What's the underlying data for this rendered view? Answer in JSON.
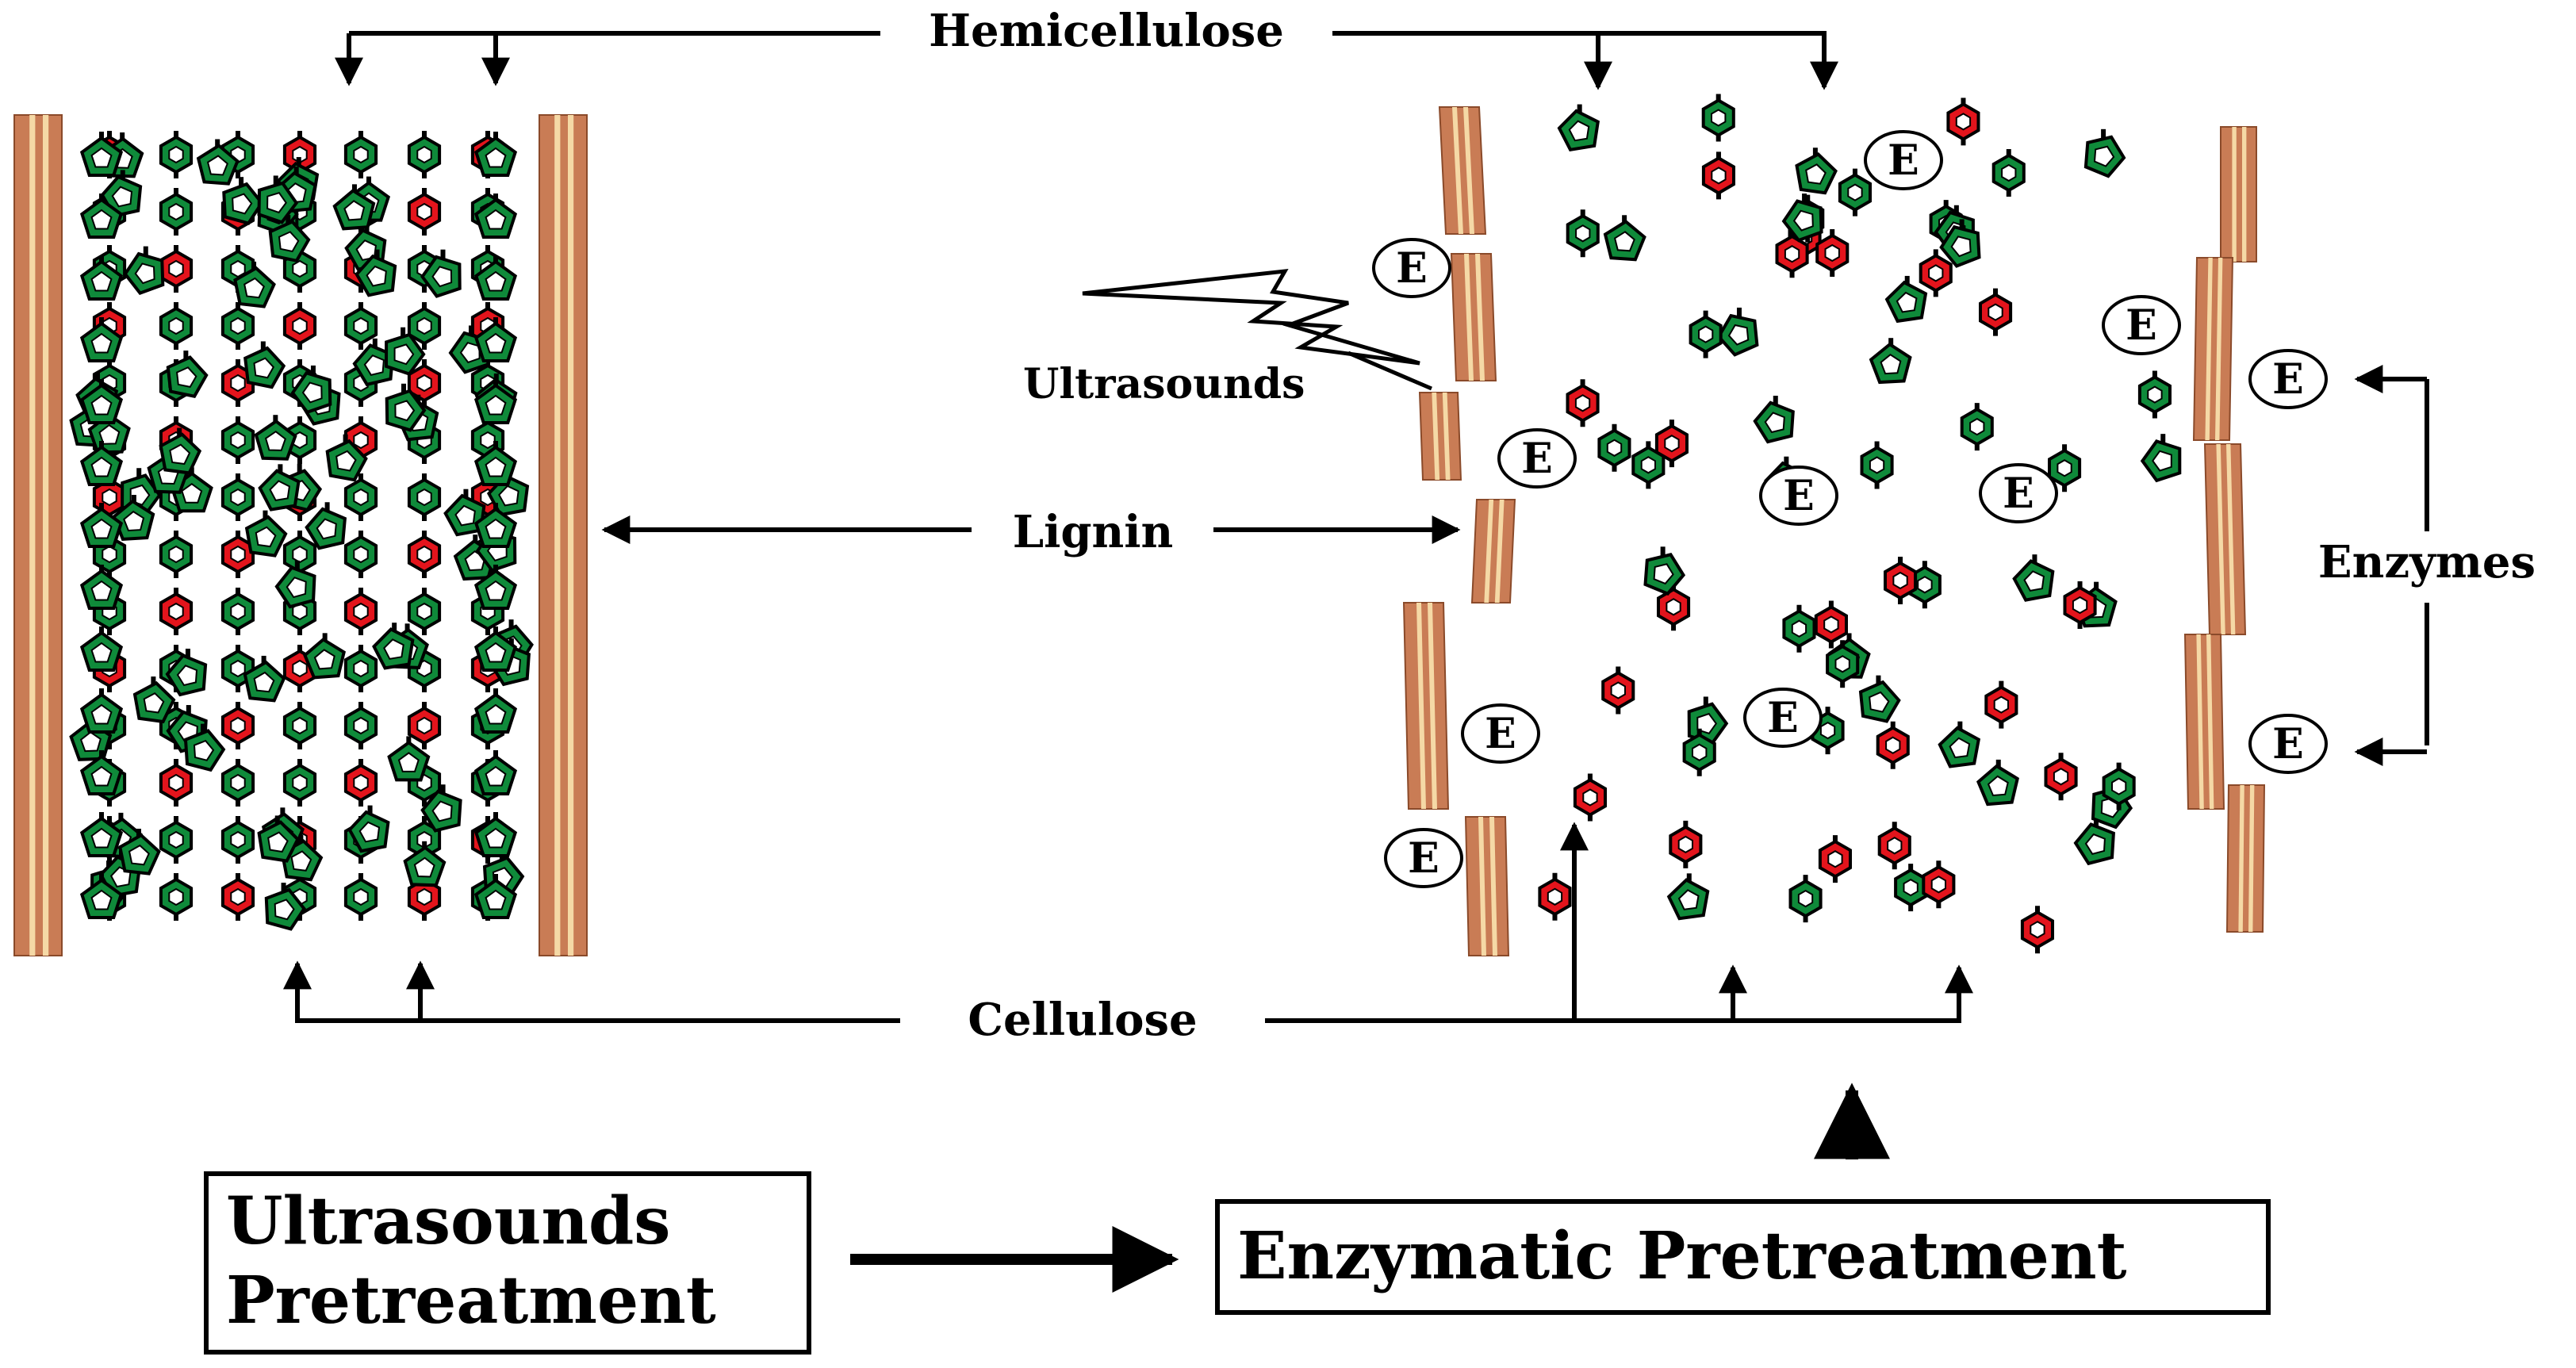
{
  "labels": {
    "hemicellulose": "Hemicellulose",
    "lignin": "Lignin",
    "cellulose": "Cellulose",
    "ultrasounds": "Ultrasounds",
    "enzymes": "Enzymes",
    "enzyme_symbol": "E"
  },
  "boxes": {
    "ultrasounds_pretreatment_line1": "Ultrasounds",
    "ultrasounds_pretreatment_line2": "Pretreatment",
    "enzymatic_pretreatment": "Enzymatic Pretreatment"
  },
  "colors": {
    "lignin_wall": "#c97c55",
    "lignin_highlight": "#f5d9a6",
    "hemicellulose": "#0f8a3a",
    "cellulose": "#e3141c",
    "outline": "#000000"
  }
}
